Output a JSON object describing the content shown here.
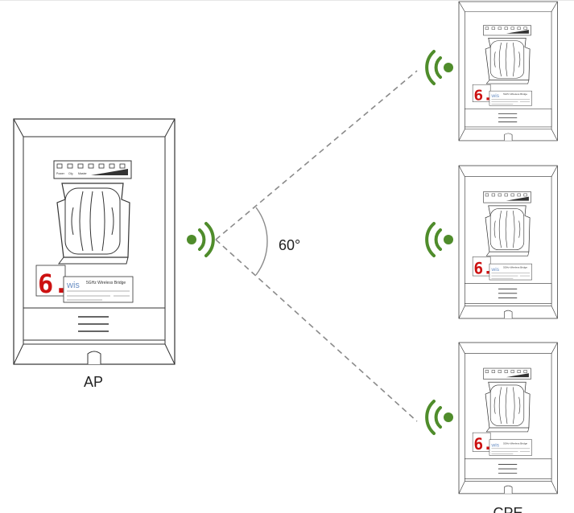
{
  "diagram": {
    "angle_label": "60°",
    "ap_label": "AP",
    "cpe_label": "CPE",
    "colors": {
      "signal": "#4f8c2b",
      "led_digit": "#cc1111",
      "outline": "#333333",
      "link_line": "#8a8a8a"
    },
    "devices": [
      {
        "id": "ap",
        "role": "access-point",
        "led_digit": "6.",
        "logo": "wis",
        "product_name": "5GHz Wireless Bridge",
        "indicator_labels": [
          "Power",
          "Cfg",
          "Master"
        ]
      },
      {
        "id": "cpe-1",
        "role": "client",
        "led_digit": "6.",
        "logo": "wis",
        "product_name": "5GHz Wireless Bridge"
      },
      {
        "id": "cpe-2",
        "role": "client",
        "led_digit": "6.",
        "logo": "wis",
        "product_name": "5GHz Wireless Bridge"
      },
      {
        "id": "cpe-3",
        "role": "client",
        "led_digit": "6.",
        "logo": "wis",
        "product_name": "5GHz Wireless Bridge"
      }
    ]
  }
}
